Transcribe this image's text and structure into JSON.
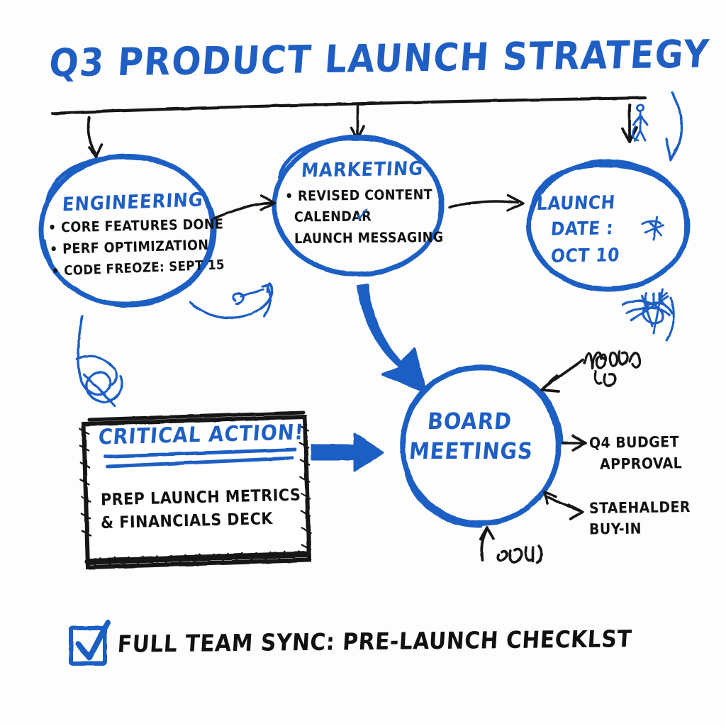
{
  "board": {
    "title": "Q3 PRODUCT LAUNCH STRATEGY",
    "ink_blue": "#1f5fc4",
    "ink_black": "#111111",
    "background": "#fdfdfd"
  },
  "nodes": {
    "engineering": {
      "heading": "ENGINEERING",
      "bullets": [
        "• CORE FEATURES DONE",
        "• PERF OPTIMIZATION",
        "• CODE FREOZE: SEPT 15"
      ]
    },
    "marketing": {
      "heading": "MARKETING",
      "bullets": [
        "• REVISED CONTENT",
        "CALENDAR",
        "LAUNCH MESSAGING"
      ],
      "check_glyph": "✓"
    },
    "launch_date": {
      "line1": "LAUNCH",
      "line2": "DATE :",
      "line3": "OCT 10"
    },
    "board_meetings": {
      "line1": "BOARD",
      "line2": "MEETINGS"
    }
  },
  "critical_action": {
    "heading": "CRITICAL ACTION!",
    "line1": "PREP LAUNCH METRICS",
    "line2": "& FINANCIALS DECK"
  },
  "outcomes": [
    {
      "line1": "Q4 BUDGET",
      "line2": "APPROVAL"
    },
    {
      "line1": "STAEHALDER",
      "line2": "BUY-IN"
    }
  ],
  "footer": {
    "text": "FULL TEAM SYNC: PRE-LAUNCH CHECKLST",
    "checkbox_checked": true
  },
  "annotations": [
    {
      "name": "scribble-near-board-top",
      "legible": false
    },
    {
      "name": "scribble-below-board",
      "legible": false
    }
  ]
}
